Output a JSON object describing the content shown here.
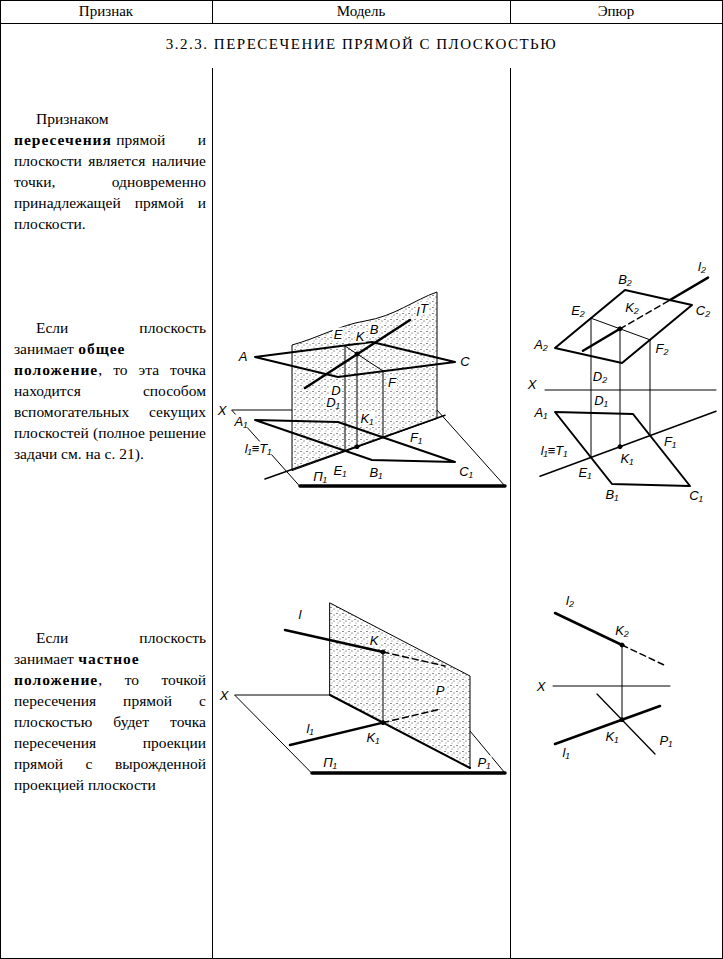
{
  "diagram": {
    "title": "3.2.3. ПЕРЕСЕЧЕНИЕ ПРЯМОЙ С ПЛОСКОСТЬЮ",
    "labels": [
      "Признак",
      "Модель",
      "Эпюр",
      "Признаком",
      "пересечения",
      "прямой и плоскости является наличие точки, одновременно принадлежащей прямой и плоскости.",
      "Если плоскость занимает",
      "общее положение",
      ", то эта точка находится способом вспомогательных секущих плоскостей (полное решение задачи см. на с. 21).",
      "Если плоскость занимает",
      "частное положение",
      ", то точкой пересечения прямой с плоскостью будет точка пересечения проекции прямой с вырожденной проекцией плоскости",
      "T",
      "A",
      "E",
      "B",
      "l",
      "K",
      "C",
      "D",
      "F",
      "X",
      "D₁",
      "A₁",
      "K₁",
      "F₁",
      "l₁≡T₁",
      "E₁",
      "B₁",
      "C₁",
      "П₁",
      "B₂",
      "l₂",
      "E₂",
      "K₂",
      "C₂",
      "A₂",
      "F₂",
      "X",
      "D₂",
      "A₁",
      "D₁",
      "F₁",
      "l₁≡T₁",
      "E₁",
      "K₁",
      "B₁",
      "C₁",
      "l",
      "K",
      "X",
      "P",
      "l₁",
      "K₁",
      "P₁",
      "П₁",
      "l₂",
      "K₂",
      "X",
      "K₁",
      "l₁",
      "P₁"
    ]
  }
}
